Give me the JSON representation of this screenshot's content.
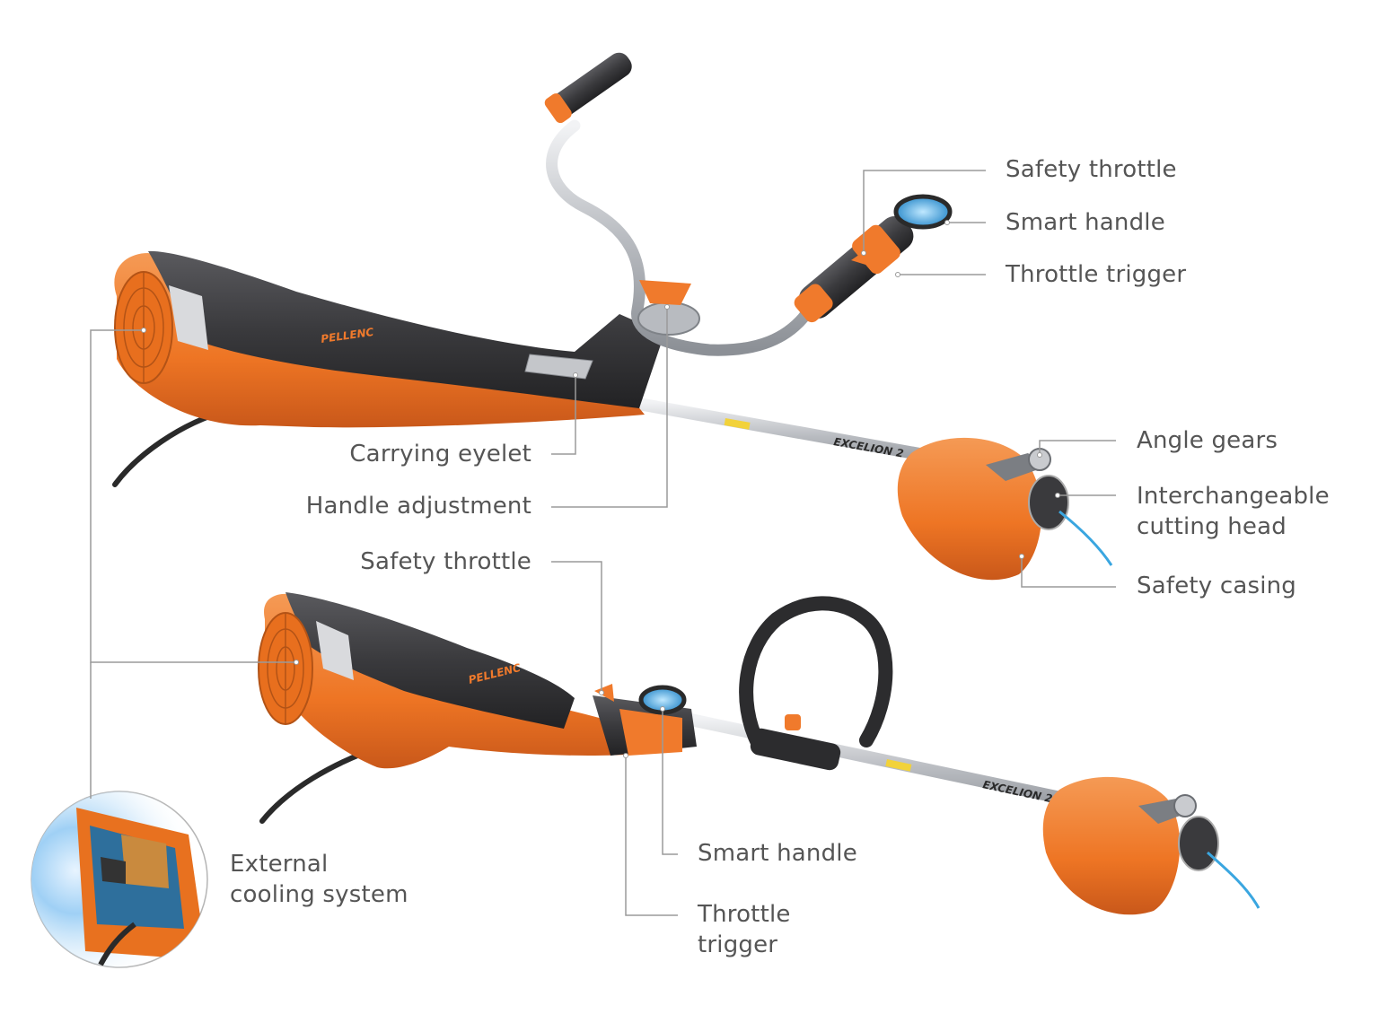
{
  "colors": {
    "accent_orange": "#f07a2c",
    "body_dark": "#3a3a3c",
    "leader_line": "#9a9a9a",
    "label_text": "#555555",
    "shaft_silver": "#c9cbcf",
    "cutting_line_blue": "#3aa6e0"
  },
  "icons": [
    "fan-grille-icon",
    "smart-handle-display-icon"
  ],
  "branding": {
    "body_logo": "PELLENC",
    "shaft_model": "EXCELION 2"
  },
  "labels": {
    "top": {
      "safety_throttle": "Safety throttle",
      "smart_handle": "Smart handle",
      "throttle_trigger": "Throttle trigger",
      "carrying_eyelet": "Carrying eyelet",
      "handle_adjustment": "Handle adjustment",
      "angle_gears": "Angle gears",
      "interchangeable_cutting_head": [
        "Interchangeable",
        "cutting head"
      ],
      "safety_casing": "Safety casing"
    },
    "bottom": {
      "safety_throttle": "Safety throttle",
      "smart_handle": "Smart handle",
      "throttle_trigger": [
        "Throttle",
        "trigger"
      ],
      "external_cooling_system": [
        "External",
        "cooling system"
      ]
    }
  }
}
